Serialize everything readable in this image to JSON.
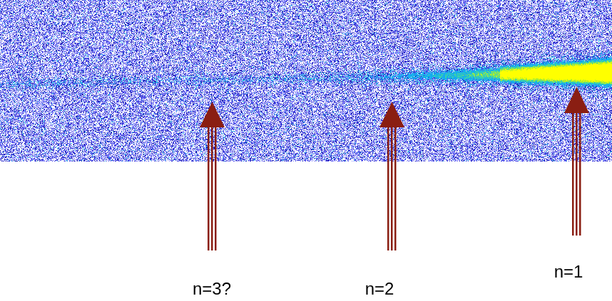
{
  "diagram": {
    "labels": [
      "n=3?",
      "n=2",
      "n=1"
    ]
  }
}
